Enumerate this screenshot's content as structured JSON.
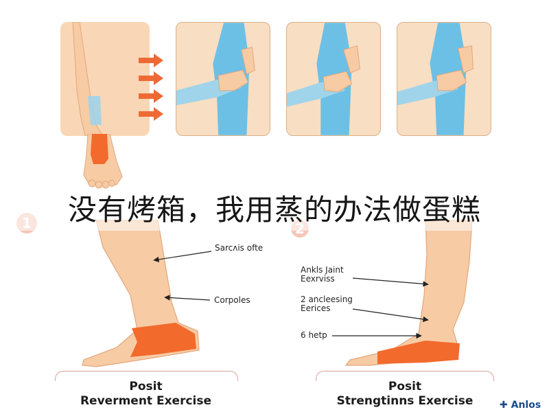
{
  "overlay_title": "没有烤箱，我用蒸的办法做蛋糕",
  "badges": {
    "left": "1",
    "right": "2"
  },
  "left_figure": {
    "annotations": {
      "top": "Sarcʌis ofte",
      "middle": "Corpoles"
    },
    "caption_line1": "Posit",
    "caption_line2": "Reverment Exercise"
  },
  "right_figure": {
    "annotations": {
      "top": "Ankls Jaint Eexrviss",
      "middle": "2 ancleesing Eerices",
      "bottom": "6 hetp"
    },
    "caption_line1": "Posit",
    "caption_line2": "Strengtinns Exercise"
  },
  "corner_label": "Anlos",
  "colors": {
    "skin": "#f7cba4",
    "skin_dark": "#e8a97c",
    "highlight": "#f26a2c",
    "leggings": "#6cc0e5",
    "panel_bg": "#f8dec2",
    "arrow": "#ee6a35"
  },
  "icons": {
    "arrows": "right-arrow-icon",
    "corner": "arrow-up-icon"
  }
}
